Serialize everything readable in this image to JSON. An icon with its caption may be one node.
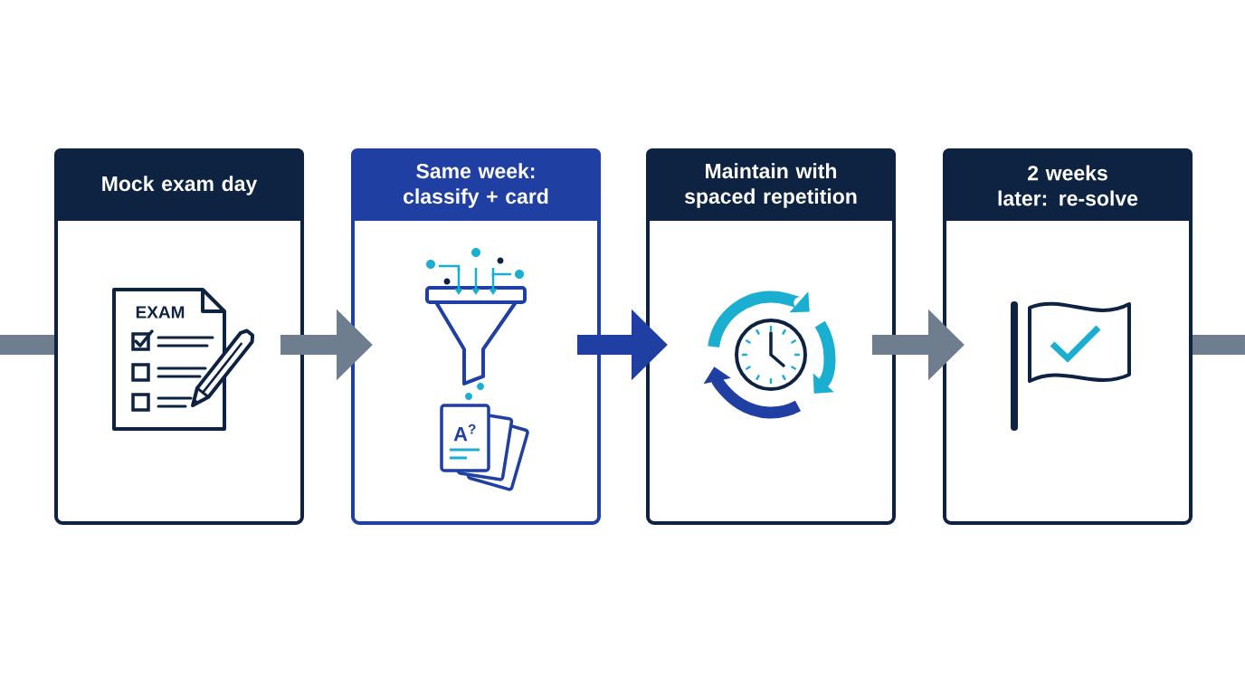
{
  "diagram": {
    "nodes": [
      {
        "text": [
          "Mock exam day"
        ]
      },
      {
        "text": [
          "Same week: classify + card"
        ]
      },
      {
        "text": [
          "Maintain with spaced repetition"
        ]
      },
      {
        "text": [
          "2 weeks later: re-solve"
        ]
      }
    ],
    "edges": [
      {
        "from": null,
        "to": 0,
        "arrow": "none"
      },
      {
        "from": 0,
        "to": 1,
        "arrow": "to"
      },
      {
        "from": 1,
        "to": 2,
        "arrow": "to",
        "color": "#1f3fa3"
      },
      {
        "from": 2,
        "to": 3,
        "arrow": "to"
      },
      {
        "from": 3,
        "to": null,
        "arrow": "none"
      }
    ],
    "labels": [
      "EXAM",
      "A$^{?}$"
    ]
  }
}
